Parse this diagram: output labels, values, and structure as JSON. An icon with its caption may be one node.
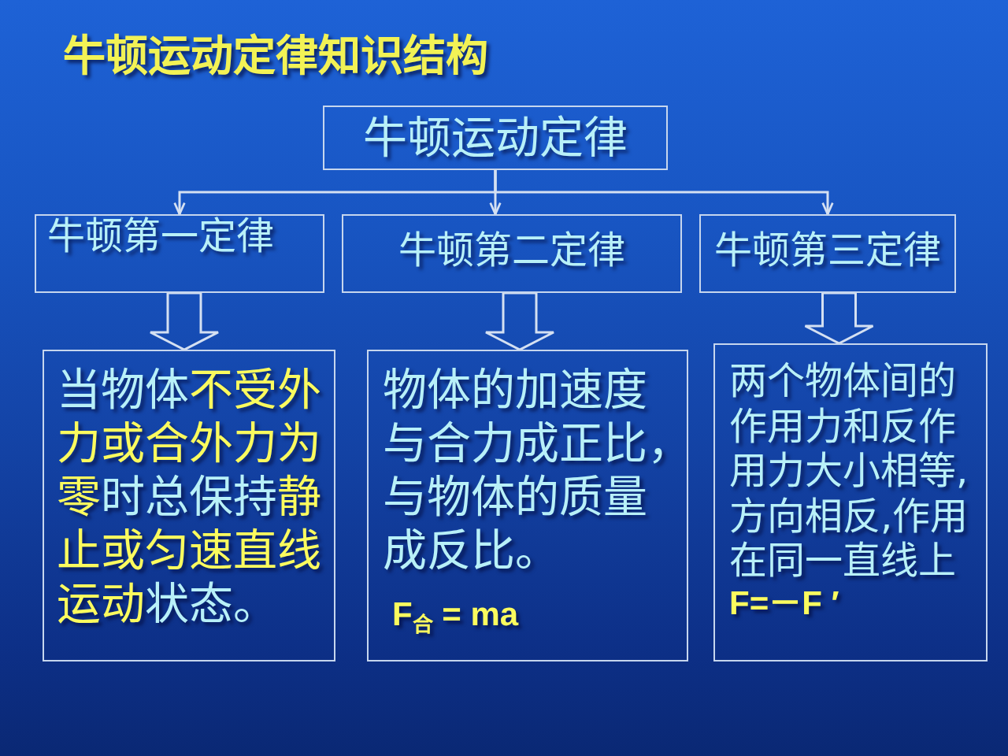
{
  "diagram": {
    "title": "牛顿运动定律知识结构",
    "nodes": [
      {
        "text": [
          "牛顿运动定律"
        ]
      },
      {
        "text": [
          "牛顿第一定律"
        ]
      },
      {
        "text": [
          "牛顿第二定律"
        ]
      },
      {
        "text": [
          "牛顿第三定律"
        ]
      },
      {
        "text": [
          "当物体**不受外力或合外力为零**时总保持**静止或匀速直线运动**状态。"
        ]
      },
      {
        "text": [
          "物体的加速度与合力成正比，与物体的质量成反比。",
          "F$_{合}$ = ma"
        ]
      },
      {
        "text": [
          "两个物体间的作用力和反作用力大小相等,方向相反,作用在同一直线上",
          "F=－F ′"
        ]
      }
    ],
    "edges": [
      {
        "from": 0,
        "to": 1,
        "arrow": "to"
      },
      {
        "from": 0,
        "to": 2,
        "arrow": "to"
      },
      {
        "from": 0,
        "to": 3,
        "arrow": "to"
      },
      {
        "from": 1,
        "to": 4,
        "arrow": "to",
        "style": "thick"
      },
      {
        "from": 2,
        "to": 5,
        "arrow": "to",
        "style": "thick"
      },
      {
        "from": 3,
        "to": 6,
        "arrow": "to",
        "style": "thick"
      }
    ]
  }
}
